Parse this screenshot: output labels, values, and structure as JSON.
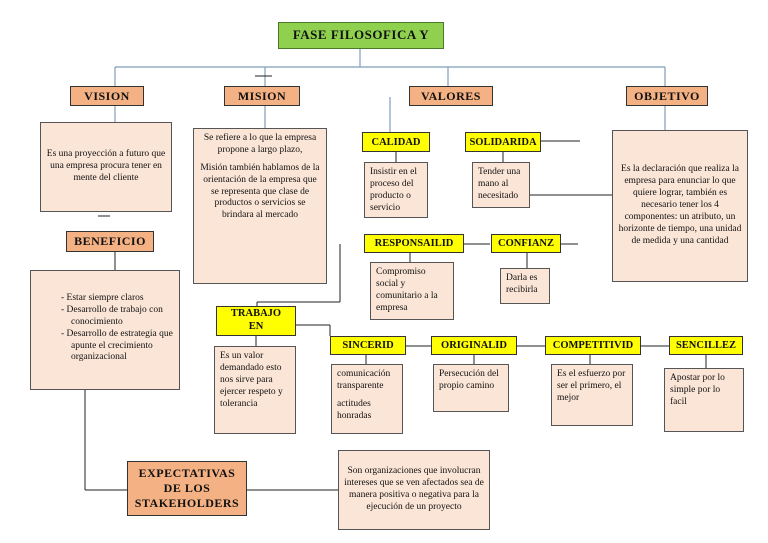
{
  "title": "FASE FILOSOFICA Y",
  "vision": {
    "label": "VISION",
    "text": "Es una proyección a futuro que una empresa procura tener en mente del cliente"
  },
  "mision": {
    "label": "MISION",
    "text1": "Se refiere a lo que la empresa propone a largo plazo,",
    "text2": "Misión también hablamos de la orientación de la empresa que se representa que clase de productos o servicios se brindara al mercado"
  },
  "valores": {
    "label": "VALORES"
  },
  "objetivo": {
    "label": "OBJETIVO",
    "text": "Es la declaración que realiza la empresa para enunciar lo que quiere lograr, también es necesario tener los 4 componentes: un atributo, un horizonte de tiempo, una unidad de medida y una cantidad"
  },
  "calidad": {
    "label": "CALIDAD",
    "text": "Insistir en el proceso del producto o servicio"
  },
  "solidaridad": {
    "label": "SOLIDARIDA",
    "text": "Tender una mano al necesitado"
  },
  "beneficio": {
    "label": "BENEFICIO",
    "items": [
      "Estar siempre claros",
      "Desarrollo de trabajo con conocimiento",
      "Desarrollo de estrategia que apunte el crecimiento organizacional"
    ]
  },
  "responsabilidad": {
    "label": "RESPONSAILID",
    "text": "Compromiso social y comunitario a la empresa"
  },
  "confianza": {
    "label": "CONFIANZ",
    "text": "Darla es recibirla"
  },
  "trabajo": {
    "label": "TRABAJO EN",
    "text": "Es un valor demandado esto nos sirve para ejercer respeto y tolerancia"
  },
  "sinceridad": {
    "label": "SINCERID",
    "text1": "comunicación transparente",
    "text2": "actitudes honradas"
  },
  "originalidad": {
    "label": "ORIGINALID",
    "text": "Persecución del propio camino"
  },
  "competitividad": {
    "label": "COMPETITIVID",
    "text": "Es el esfuerzo por ser el primero, el mejor"
  },
  "sencillez": {
    "label": "SENCILLEZ",
    "text": "Apostar por lo simple por lo facil"
  },
  "expectativas": {
    "label": "EXPECTATIVAS DE LOS STAKEHOLDERS",
    "text": "Son organizaciones que involucran intereses que se ven afectados sea de manera positiva o negativa para la ejecución de un proyecto"
  },
  "colors": {
    "title_bg": "#8fd14f",
    "header_orange": "#f4b183",
    "header_yellow": "#ffff00",
    "desc_bg": "#fbe5d6",
    "line_main": "#7f9db9"
  }
}
